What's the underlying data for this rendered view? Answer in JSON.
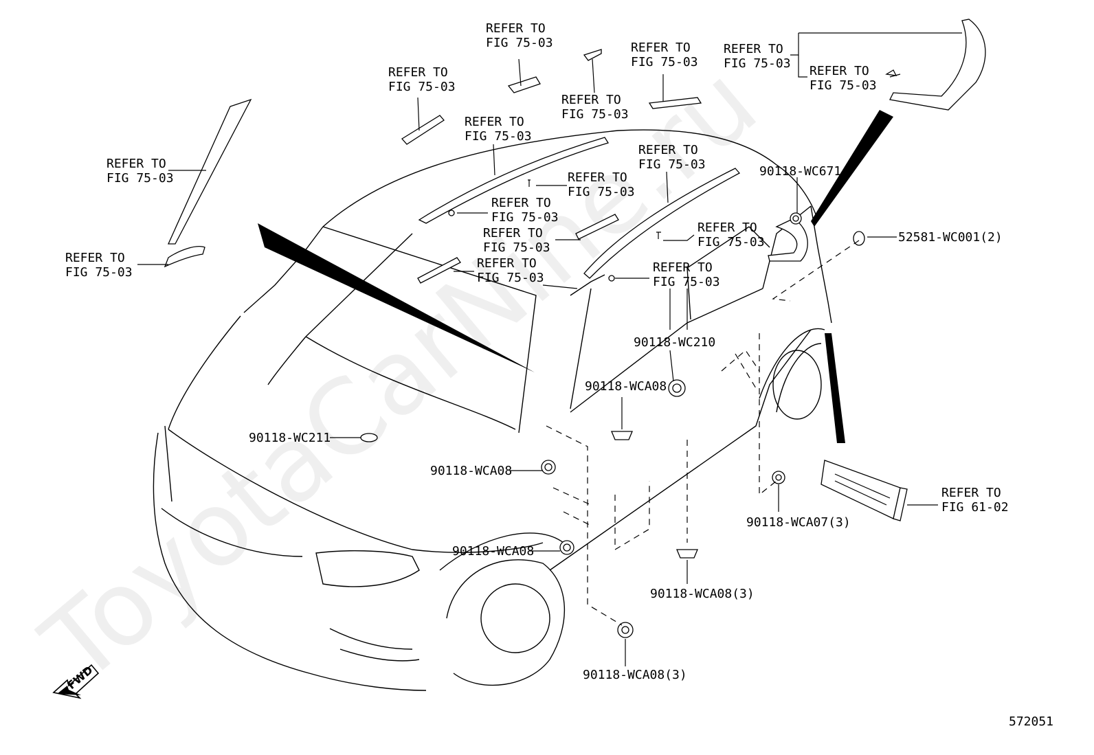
{
  "watermark": "ToyotaCarNine.ru",
  "figure_number": "572051",
  "fwd_label": "FWD",
  "callouts": {
    "refer_pillar_upper": [
      "REFER TO",
      "FIG 75-03"
    ],
    "refer_pillar_lower": [
      "REFER TO",
      "FIG 75-03"
    ],
    "refer_roof_piece_left": [
      "REFER TO",
      "FIG 75-03"
    ],
    "refer_roof_piece_top": [
      "REFER TO",
      "FIG 75-03"
    ],
    "refer_roof_clip": [
      "REFER TO",
      "FIG 75-03"
    ],
    "refer_roof_strip_right": [
      "REFER TO",
      "FIG 75-03"
    ],
    "refer_rear_spoiler_upper": [
      "REFER TO",
      "FIG 75-03"
    ],
    "refer_rear_spoiler_clip": [
      "REFER TO",
      "FIG 75-03"
    ],
    "refer_roof_rail_left": [
      "REFER TO",
      "FIG 75-03"
    ],
    "refer_roof_rail_right": [
      "REFER TO",
      "FIG 75-03"
    ],
    "refer_roof_screw": [
      "REFER TO",
      "FIG 75-03"
    ],
    "refer_roof_nut": [
      "REFER TO",
      "FIG 75-03"
    ],
    "refer_windshield_strip": [
      "REFER TO",
      "FIG 75-03"
    ],
    "refer_front_moulding": [
      "REFER TO",
      "FIG 75-03"
    ],
    "refer_rear_pillar_screw": [
      "REFER TO",
      "FIG 75-03"
    ],
    "refer_quarter_nut": [
      "REFER TO",
      "FIG 75-03"
    ],
    "refer_rocker_panel": [
      "REFER TO",
      "FIG 61-02"
    ]
  },
  "part_numbers": {
    "wc671": "90118-WC671",
    "wc001": "52581-WC001(2)",
    "wc210": "90118-WC210",
    "wca08_upper": "90118-WCA08",
    "wc211": "90118-WC211",
    "wca08_fender": "90118-WCA08",
    "wca07": "90118-WCA07(3)",
    "wca08_wheel": "90118-WCA08",
    "wca08_rocker": "90118-WCA08(3)",
    "wca08_bottom": "90118-WCA08(3)"
  }
}
